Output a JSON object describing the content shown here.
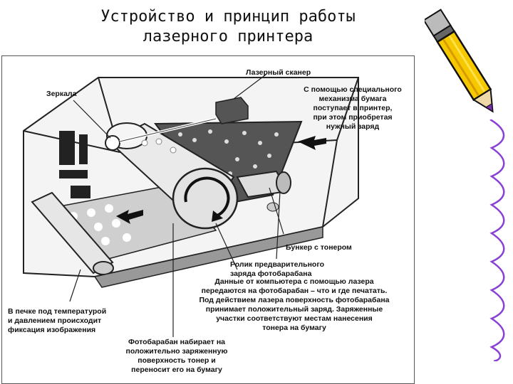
{
  "slide": {
    "title_line1": "Устройство и принцип работы",
    "title_line2": "лазерного принтера"
  },
  "diagram": {
    "label_laser_scanner": "Лазерный сканер",
    "label_mirrors": "Зеркала",
    "note_paper": [
      "С помощью специального",
      "механизма бумага",
      "поступает в принтер,",
      "при этом приобретая",
      "нужный заряд"
    ],
    "label_toner_hopper": "Бункер с тонером",
    "label_charge_roller": [
      "Ролик предварительного",
      "заряда фотобарабана"
    ],
    "note_laser_data": [
      "Данные от компьютера с помощью лазера",
      "передаются на фотобарабан – что и где печатать.",
      "Под действием лазера поверхность фотобарабана",
      "принимает положительный заряд. Заряженные",
      "участки соответствуют местам нанесения",
      "тонера на бумагу"
    ],
    "note_oven": [
      "В печке под температурой",
      "и давлением происходит",
      "фиксация изображения"
    ],
    "note_drum": [
      "Фотобарабан набирает на",
      "положительно заряженную",
      "поверхность тонер и",
      "переносит его на бумагу"
    ]
  }
}
